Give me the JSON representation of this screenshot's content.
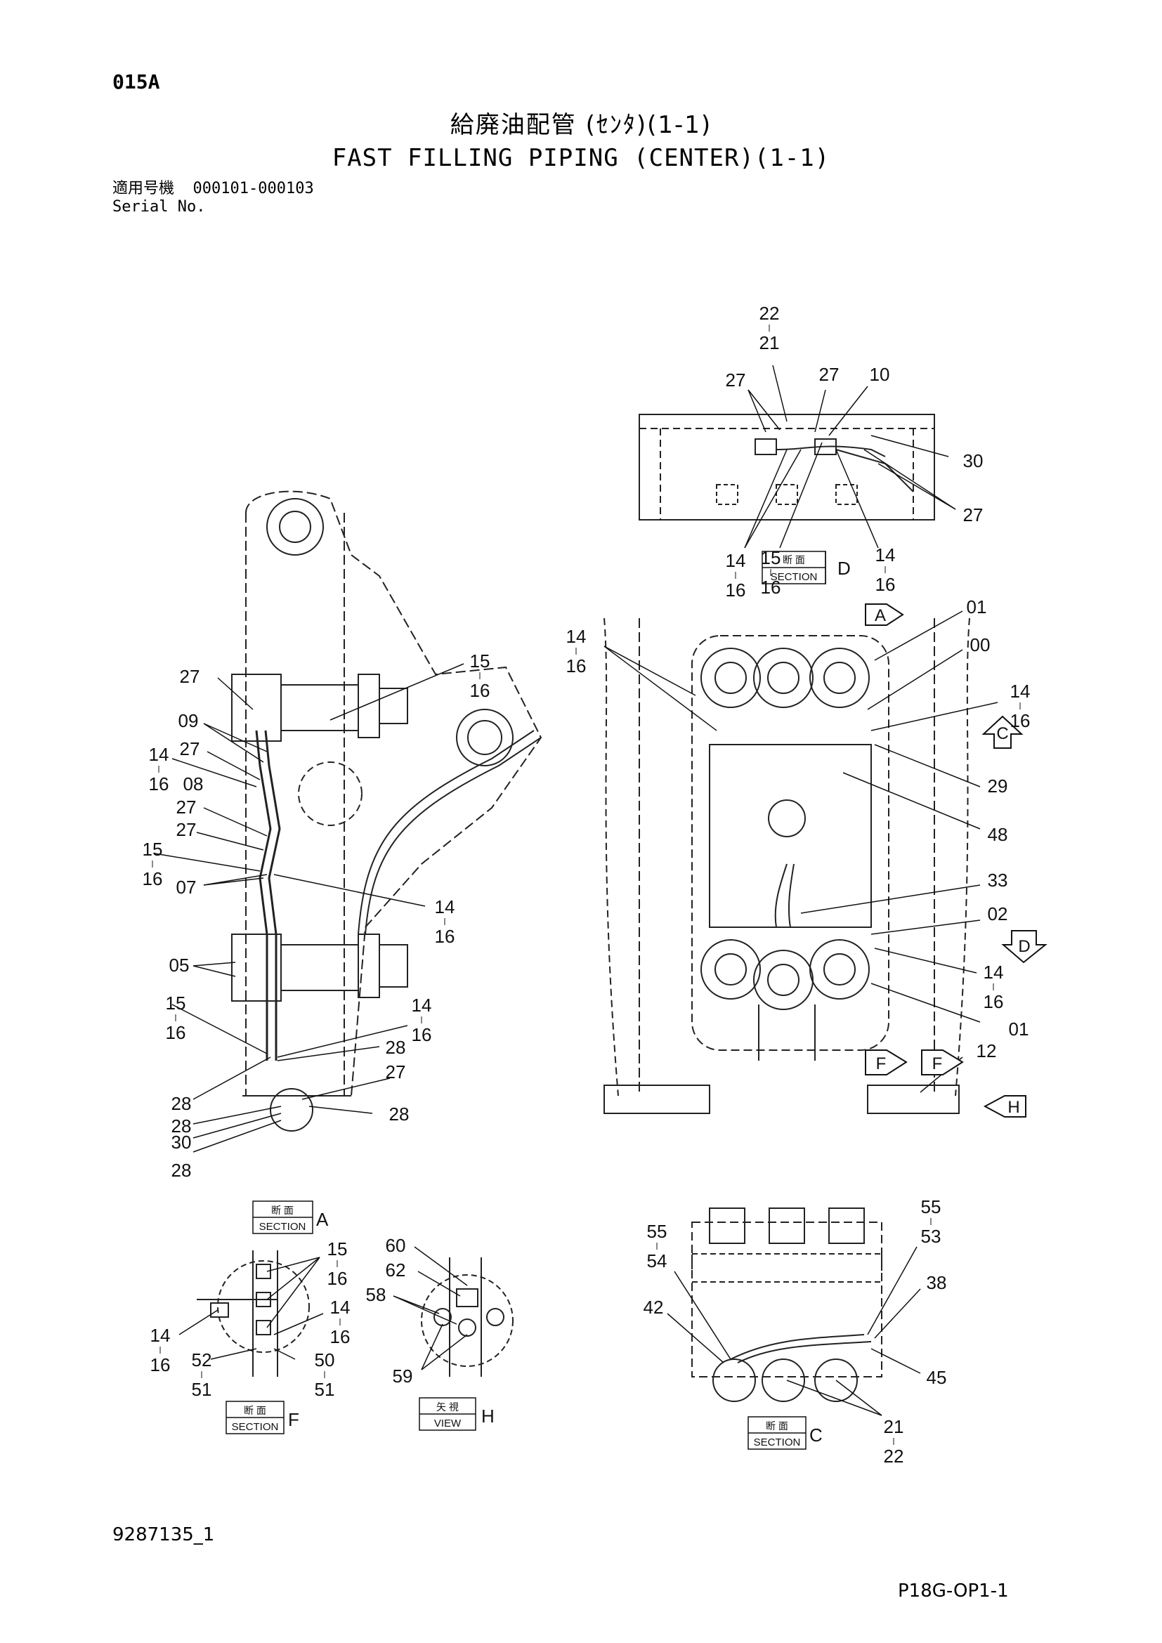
{
  "header": {
    "page_code": "015A",
    "title_jp": "給廃油配管 (ｾﾝﾀ)(1-1)",
    "title_en": "FAST FILLING PIPING (CENTER)(1-1)",
    "serial_label_jp": "適用号機",
    "serial_range": "000101-000103",
    "serial_label_en": "Serial No."
  },
  "footer": {
    "document_number": "9287135_1",
    "page_ref": "P18G-OP1-1"
  },
  "section_boxes": [
    {
      "top": "断 面",
      "bottom": "SECTION",
      "letter": "D"
    },
    {
      "top": "断 面",
      "bottom": "SECTION",
      "letter": "A"
    },
    {
      "top": "断 面",
      "bottom": "SECTION",
      "letter": "F"
    },
    {
      "top": "矢 視",
      "bottom": "VIEW",
      "letter": "H"
    },
    {
      "top": "断 面",
      "bottom": "SECTION",
      "letter": "C"
    }
  ],
  "view_arrows": [
    "A",
    "C",
    "D",
    "F",
    "F",
    "H"
  ],
  "callouts": {
    "sectionD": [
      {
        "top": "22",
        "bottom": "21"
      },
      {
        "top": "27"
      },
      {
        "top": "27"
      },
      {
        "top": "10"
      },
      {
        "top": "30"
      },
      {
        "top": "27"
      },
      {
        "top": "14",
        "bottom": "16"
      },
      {
        "top": "15",
        "bottom": "16"
      },
      {
        "top": "14",
        "bottom": "16"
      }
    ],
    "left_view": [
      {
        "top": "27"
      },
      {
        "top": "15",
        "bottom": "16"
      },
      {
        "top": "09"
      },
      {
        "top": "27"
      },
      {
        "top": "14",
        "bottom": "16"
      },
      {
        "top": "08"
      },
      {
        "top": "27"
      },
      {
        "top": "27"
      },
      {
        "top": "15",
        "bottom": "16"
      },
      {
        "top": "07"
      },
      {
        "top": "14",
        "bottom": "16"
      },
      {
        "top": "05"
      },
      {
        "top": "15",
        "bottom": "16"
      },
      {
        "top": "14",
        "bottom": "16"
      },
      {
        "top": "28"
      },
      {
        "top": "27"
      },
      {
        "top": "28"
      },
      {
        "top": "28"
      },
      {
        "top": "28"
      },
      {
        "top": "30"
      },
      {
        "top": "28"
      }
    ],
    "center_view": [
      {
        "top": "14",
        "bottom": "16"
      },
      {
        "top": "01"
      },
      {
        "top": "00"
      },
      {
        "top": "14",
        "bottom": "16"
      },
      {
        "top": "29"
      },
      {
        "top": "48"
      },
      {
        "top": "33"
      },
      {
        "top": "02"
      },
      {
        "top": "14",
        "bottom": "16"
      },
      {
        "top": "01"
      },
      {
        "top": "12"
      }
    ],
    "sectionF": [
      {
        "top": "15",
        "bottom": "16"
      },
      {
        "top": "14",
        "bottom": "16"
      },
      {
        "top": "14",
        "bottom": "16"
      },
      {
        "top": "52",
        "bottom": "51"
      },
      {
        "top": "50",
        "bottom": "51"
      }
    ],
    "viewH": [
      {
        "top": "60"
      },
      {
        "top": "62"
      },
      {
        "top": "58"
      },
      {
        "top": "59"
      }
    ],
    "sectionC": [
      {
        "top": "55",
        "bottom": "54"
      },
      {
        "top": "55",
        "bottom": "53"
      },
      {
        "top": "42"
      },
      {
        "top": "38"
      },
      {
        "top": "45"
      },
      {
        "top": "21",
        "bottom": "22"
      }
    ]
  }
}
